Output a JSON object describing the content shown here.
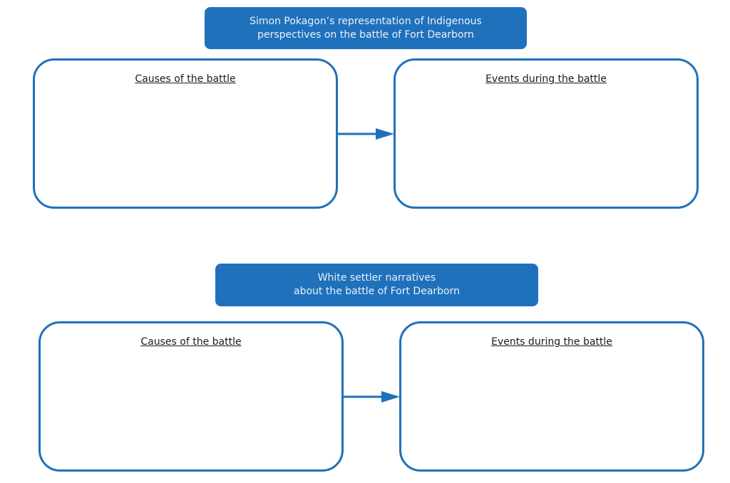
{
  "sections": [
    {
      "header": {
        "line1": "Simon Pokagon’s representation of Indigenous",
        "line2": "perspectives on the battle of Fort Dearborn"
      },
      "left_box": {
        "title": "Causes of the battle"
      },
      "right_box": {
        "title": "Events during the battle"
      }
    },
    {
      "header": {
        "line1": "White settler narratives",
        "line2": "about the battle of Fort Dearborn"
      },
      "left_box": {
        "title": "Causes of the battle"
      },
      "right_box": {
        "title": "Events during the battle"
      }
    }
  ],
  "colors": {
    "accent": "#1f71bc",
    "header_text": "#e8f1fa",
    "body_text": "#1a1a1a"
  }
}
